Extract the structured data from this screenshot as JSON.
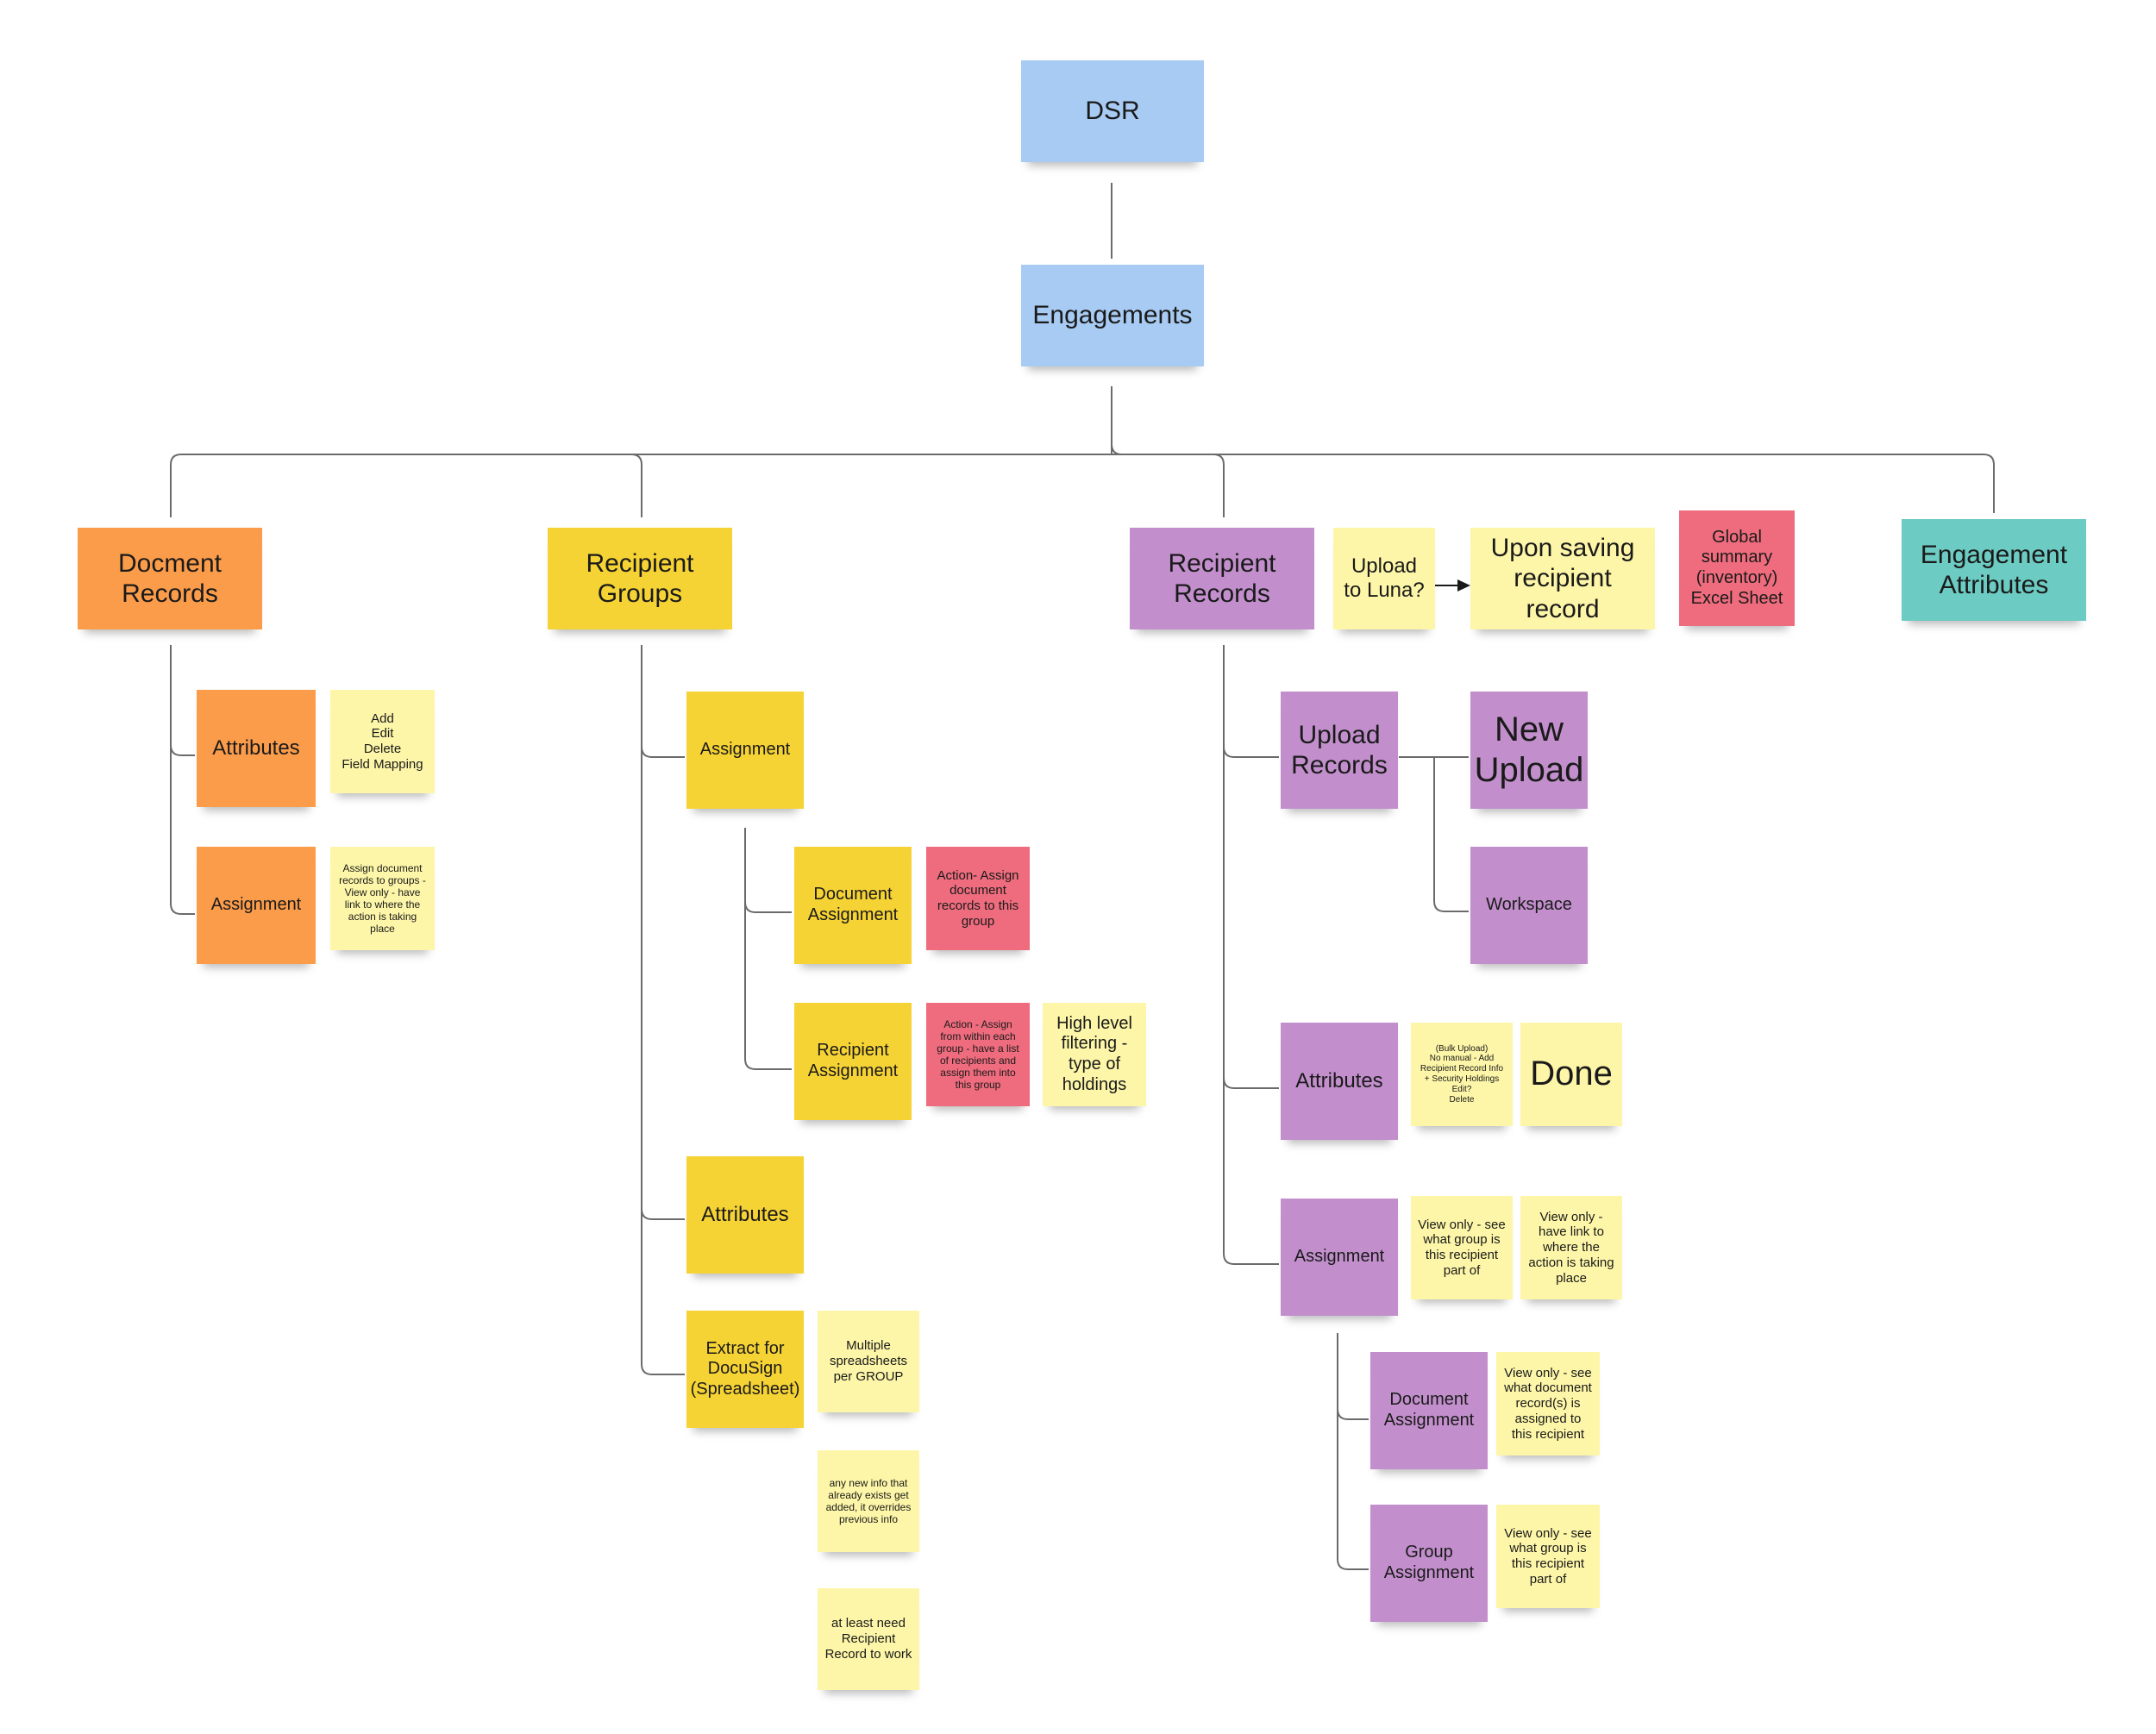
{
  "board": {
    "root": "DSR",
    "engagements": "Engagements",
    "branches": {
      "document_records": {
        "title": "Docment Records",
        "attributes": "Attributes",
        "attributes_note": "Add\nEdit\nDelete\nField Mapping",
        "assignment": "Assignment",
        "assignment_note": "Assign document records to groups - View only - have link to where the action is taking place"
      },
      "recipient_groups": {
        "title": "Recipient Groups",
        "assignment": "Assignment",
        "document_assignment": "Document Assignment",
        "document_assignment_action": "Action- Assign document records to this group",
        "recipient_assignment": "Recipient Assignment",
        "recipient_assignment_action": "Action - Assign from within each group - have a list of recipients and assign them into this group",
        "recipient_assignment_note": "High level filtering - type of holdings",
        "attributes": "Attributes",
        "extract": "Extract for DocuSign (Spreadsheet)",
        "extract_note_1": "Multiple spreadsheets per GROUP",
        "extract_note_2": "any new info that already exists get added, it overrides previous info",
        "extract_note_3": "at least need Recipient Record to work"
      },
      "recipient_records": {
        "title": "Recipient Records",
        "upload_question": "Upload to Luna?",
        "upon_saving": "Upon saving recipient record",
        "global_summary": "Global summary (inventory) Excel Sheet",
        "upload_records": "Upload Records",
        "new_upload": "New Upload",
        "workspace": "Workspace",
        "attributes": "Attributes",
        "attributes_note": "(Bulk Upload)\nNo manual - Add Recipient Record Info + Security Holdings\nEdit?\nDelete",
        "attributes_status": "Done",
        "assignment": "Assignment",
        "assignment_note_1": "View only - see what group is this recipient part of",
        "assignment_note_2": "View only - have link to where the action is taking place",
        "document_assignment": "Document Assignment",
        "document_assignment_note": "View only - see what document record(s) is assigned to this recipient",
        "group_assignment": "Group Assignment",
        "group_assignment_note": "View only - see what group is this recipient part of"
      },
      "engagement_attributes": {
        "title": "Engagement Attributes"
      }
    }
  },
  "colors": {
    "blue": "#a8cbf3",
    "orange": "#fb9c4b",
    "gold": "#f6d334",
    "purple": "#c28fcc",
    "teal": "#6ccbc2",
    "pale_yellow": "#fdf6a8",
    "red": "#ee6c7d",
    "connector": "#6b6b6b"
  }
}
